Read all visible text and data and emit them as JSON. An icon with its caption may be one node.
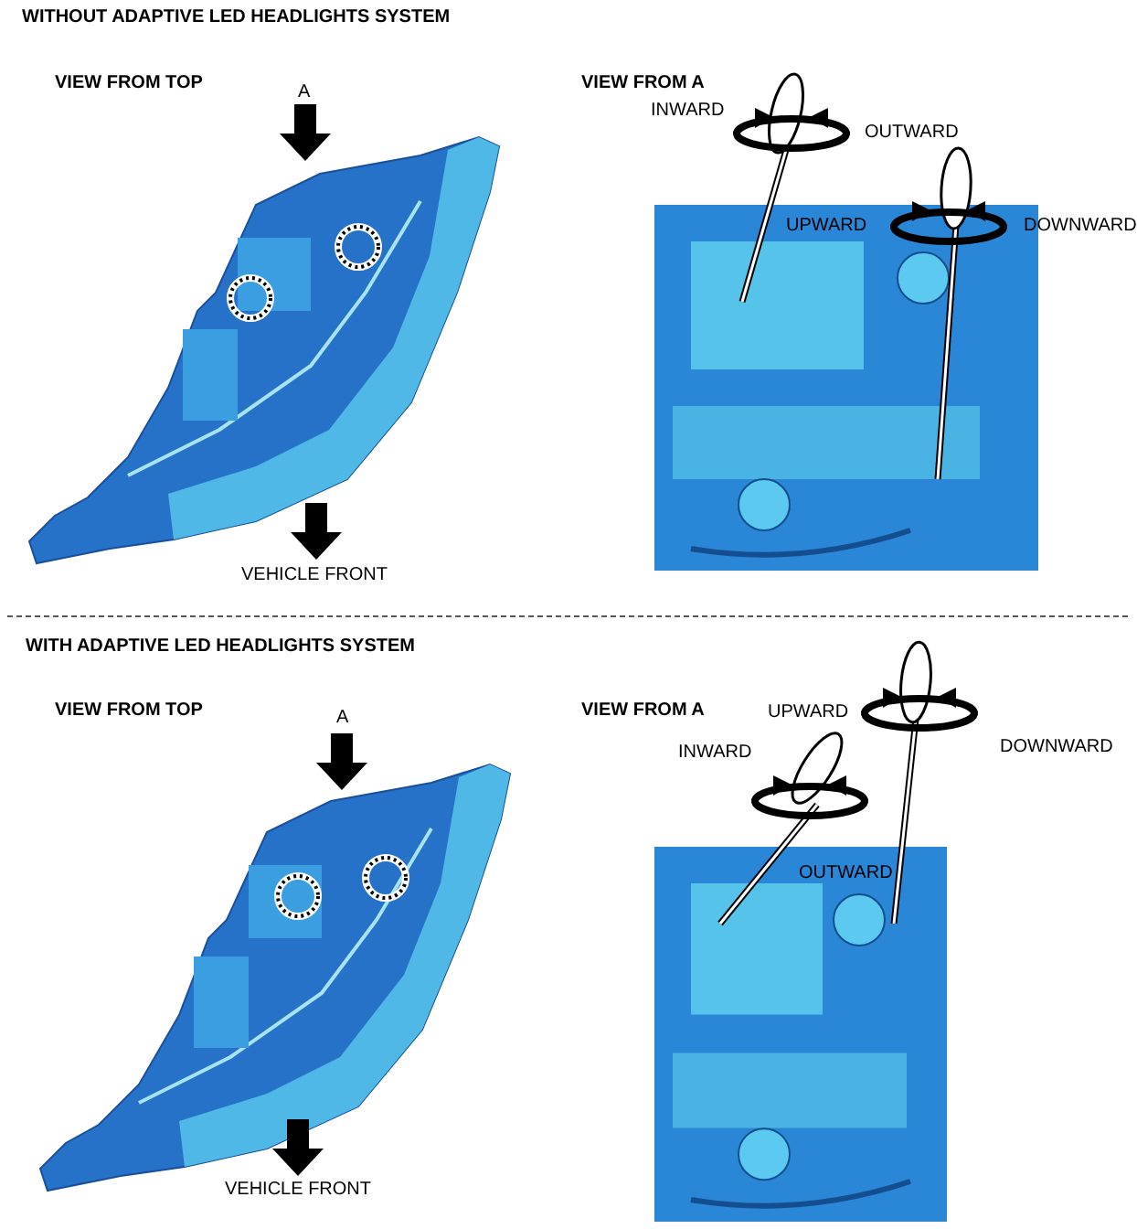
{
  "diagram": {
    "labels": [
      "WITHOUT ADAPTIVE LED HEADLIGHTS SYSTEM",
      "VIEW FROM TOP",
      "A",
      "VIEW FROM A",
      "INWARD",
      "OUTWARD",
      "UPWARD",
      "DOWNWARD",
      "VEHICLE FRONT",
      "WITH ADAPTIVE LED HEADLIGHTS SYSTEM",
      "VIEW FROM TOP",
      "A",
      "VIEW FROM A",
      "UPWARD",
      "INWARD",
      "DOWNWARD",
      "OUTWARD",
      "VEHICLE FRONT"
    ]
  }
}
